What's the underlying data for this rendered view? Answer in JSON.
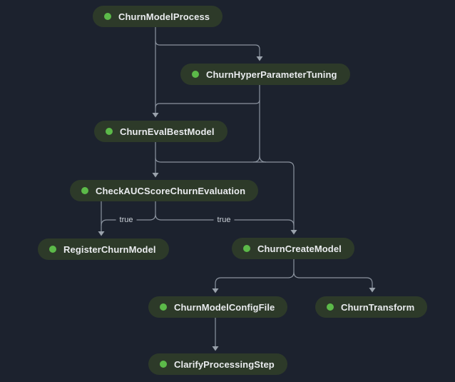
{
  "colors": {
    "background": "#1c222e",
    "node_fill": "#2d3a29",
    "node_text": "#e9ebee",
    "status_dot": "#5cba49",
    "edge": "#8b939f",
    "arrow": "#9aa2ac",
    "edge_label_text": "#ccd2d9"
  },
  "graph": {
    "nodes": [
      {
        "id": "ChurnModelProcess",
        "label": "ChurnModelProcess"
      },
      {
        "id": "ChurnHyperParameterTuning",
        "label": "ChurnHyperParameterTuning"
      },
      {
        "id": "ChurnEvalBestModel",
        "label": "ChurnEvalBestModel"
      },
      {
        "id": "CheckAUCScoreChurnEvaluation",
        "label": "CheckAUCScoreChurnEvaluation"
      },
      {
        "id": "RegisterChurnModel",
        "label": "RegisterChurnModel"
      },
      {
        "id": "ChurnCreateModel",
        "label": "ChurnCreateModel"
      },
      {
        "id": "ChurnModelConfigFile",
        "label": "ChurnModelConfigFile"
      },
      {
        "id": "ChurnTransform",
        "label": "ChurnTransform"
      },
      {
        "id": "ClarifyProcessingStep",
        "label": "ClarifyProcessingStep"
      }
    ],
    "edges": [
      {
        "from": "ChurnModelProcess",
        "to": "ChurnHyperParameterTuning",
        "label": ""
      },
      {
        "from": "ChurnModelProcess",
        "to": "ChurnEvalBestModel",
        "label": ""
      },
      {
        "from": "ChurnHyperParameterTuning",
        "to": "ChurnEvalBestModel",
        "label": ""
      },
      {
        "from": "ChurnHyperParameterTuning",
        "to": "ChurnCreateModel",
        "label": ""
      },
      {
        "from": "ChurnEvalBestModel",
        "to": "CheckAUCScoreChurnEvaluation",
        "label": ""
      },
      {
        "from": "CheckAUCScoreChurnEvaluation",
        "to": "RegisterChurnModel",
        "label": "true"
      },
      {
        "from": "CheckAUCScoreChurnEvaluation",
        "to": "ChurnCreateModel",
        "label": "true"
      },
      {
        "from": "ChurnCreateModel",
        "to": "ChurnModelConfigFile",
        "label": ""
      },
      {
        "from": "ChurnCreateModel",
        "to": "ChurnTransform",
        "label": ""
      },
      {
        "from": "ChurnModelConfigFile",
        "to": "ClarifyProcessingStep",
        "label": ""
      }
    ]
  }
}
